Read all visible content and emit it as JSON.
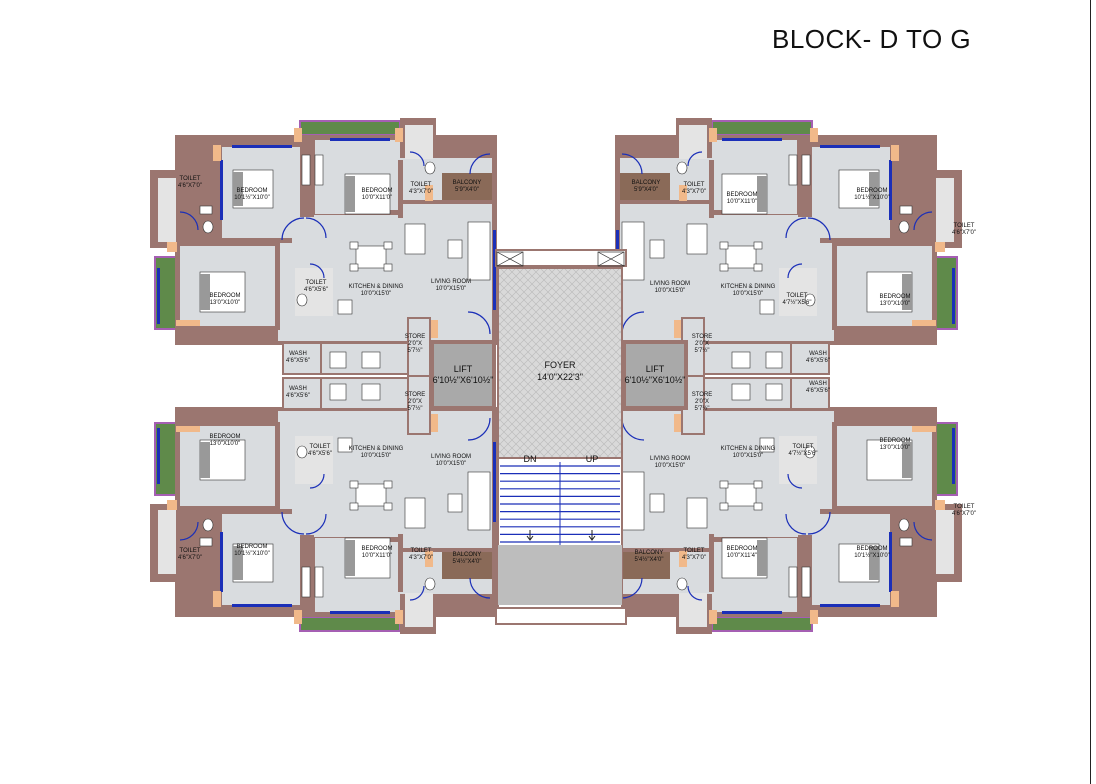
{
  "title": "BLOCK- D TO G",
  "core": {
    "foyer_name": "FOYER",
    "foyer_dim": "14'0\"X22'3\"",
    "lift_name": "LIFT",
    "lift_dim_left": "6'10½\"X6'10½\"",
    "lift_dim_right": "6'10½\"X6'10½\"",
    "stair_dn": "DN",
    "stair_up": "UP"
  },
  "rooms": {
    "tl_toilet_out": [
      "TOILET",
      "4'6\"X7'0\""
    ],
    "tl_bedroom_a": [
      "BEDROOM",
      "10'1½\"X10'0\""
    ],
    "tl_bedroom_b": [
      "BEDROOM",
      "10'0\"X11'0\""
    ],
    "tl_toilet_mid": [
      "TOILET",
      "4'3\"X7'0\""
    ],
    "tl_balcony": [
      "BALCONY",
      "5'9\"X4'0\""
    ],
    "tl_toilet_in": [
      "TOILET",
      "4'6\"X5'6\""
    ],
    "tl_bedroom_c": [
      "BEDROOM",
      "13'0\"X10'0\""
    ],
    "tl_kitchen": [
      "KITCHEN & DINING",
      "10'0\"X15'0\""
    ],
    "tl_living": [
      "LIVING ROOM",
      "10'0\"X15'0\""
    ],
    "tl_store": [
      "STORE",
      "2'0\"X",
      "5'7½\""
    ],
    "tl_wash": [
      "WASH",
      "4'6\"X5'6\""
    ],
    "bl_wash": [
      "WASH",
      "4'6\"X5'6\""
    ],
    "bl_store": [
      "STORE",
      "2'0\"X",
      "5'7½\""
    ],
    "bl_bedroom_c": [
      "BEDROOM",
      "13'0\"X10'0\""
    ],
    "bl_toilet_in": [
      "TOILET",
      "4'6\"X5'6\""
    ],
    "bl_kitchen": [
      "KITCHEN & DINING",
      "10'0\"X15'0\""
    ],
    "bl_living": [
      "LIVING ROOM",
      "10'0\"X15'0\""
    ],
    "bl_bedroom_a": [
      "BEDROOM",
      "10'1½\"X10'0\""
    ],
    "bl_bedroom_b": [
      "BEDROOM",
      "10'0\"X11'0\""
    ],
    "bl_toilet_out": [
      "TOILET",
      "4'6\"X7'0\""
    ],
    "bl_toilet_mid": [
      "TOILET",
      "4'3\"X7'0\""
    ],
    "bl_balcony": [
      "BALCONY",
      "5'4½\"X4'0\""
    ],
    "tr_balcony": [
      "BALCONY",
      "5'9\"X4'0\""
    ],
    "tr_toilet_mid": [
      "TOILET",
      "4'3\"X7'0\""
    ],
    "tr_bedroom_b": [
      "BEDROOM",
      "10'0\"X11'0\""
    ],
    "tr_bedroom_a": [
      "BEDROOM",
      "10'1½\"X10'0\""
    ],
    "tr_toilet_out": [
      "TOILET",
      "4'6\"X7'0\""
    ],
    "tr_living": [
      "LIVING ROOM",
      "10'0\"X15'0\""
    ],
    "tr_kitchen": [
      "KITCHEN & DINING",
      "10'0\"X15'0\""
    ],
    "tr_toilet_in": [
      "TOILET",
      "4'7½\"X5'6\""
    ],
    "tr_bedroom_c": [
      "BEDROOM",
      "13'0\"X10'0\""
    ],
    "tr_store": [
      "STORE",
      "2'0\"X",
      "5'7½\""
    ],
    "tr_wash": [
      "WASH",
      "4'6\"X5'6\""
    ],
    "br_wash": [
      "WASH",
      "4'6\"X5'6\""
    ],
    "br_store": [
      "STORE",
      "2'0\"X",
      "5'7½\""
    ],
    "br_bedroom_c": [
      "BEDROOM",
      "13'0\"X10'0\""
    ],
    "br_toilet_in": [
      "TOILET",
      "4'7½\"X5'6\""
    ],
    "br_living": [
      "LIVING ROOM",
      "10'0\"X15'0\""
    ],
    "br_kitchen": [
      "KITCHEN & DINING",
      "10'0\"X15'0\""
    ],
    "br_balcony": [
      "BALCONY",
      "5'4½\"X4'0\""
    ],
    "br_toilet_mid": [
      "TOILET",
      "4'3\"X7'0\""
    ],
    "br_bedroom_b": [
      "BEDROOM",
      "10'0\"X11'4\""
    ],
    "br_bedroom_a": [
      "BEDROOM",
      "10'1½\"X10'0\""
    ],
    "br_toilet_out": [
      "TOILET",
      "4'6\"X7'0\""
    ]
  },
  "colors": {
    "wall": "#9b7670",
    "floor": "#d9dcdf",
    "balcony": "#8a6a58",
    "landscape": "#5f8a4a",
    "parapet": "#a55fb3",
    "window": "#1b2fb8",
    "column": "#f1b98a",
    "lift": "#a9a9a9",
    "foyer": "#d6d6d6",
    "stair": "#1b2fb8",
    "stair_landing": "#bdbdbd"
  }
}
